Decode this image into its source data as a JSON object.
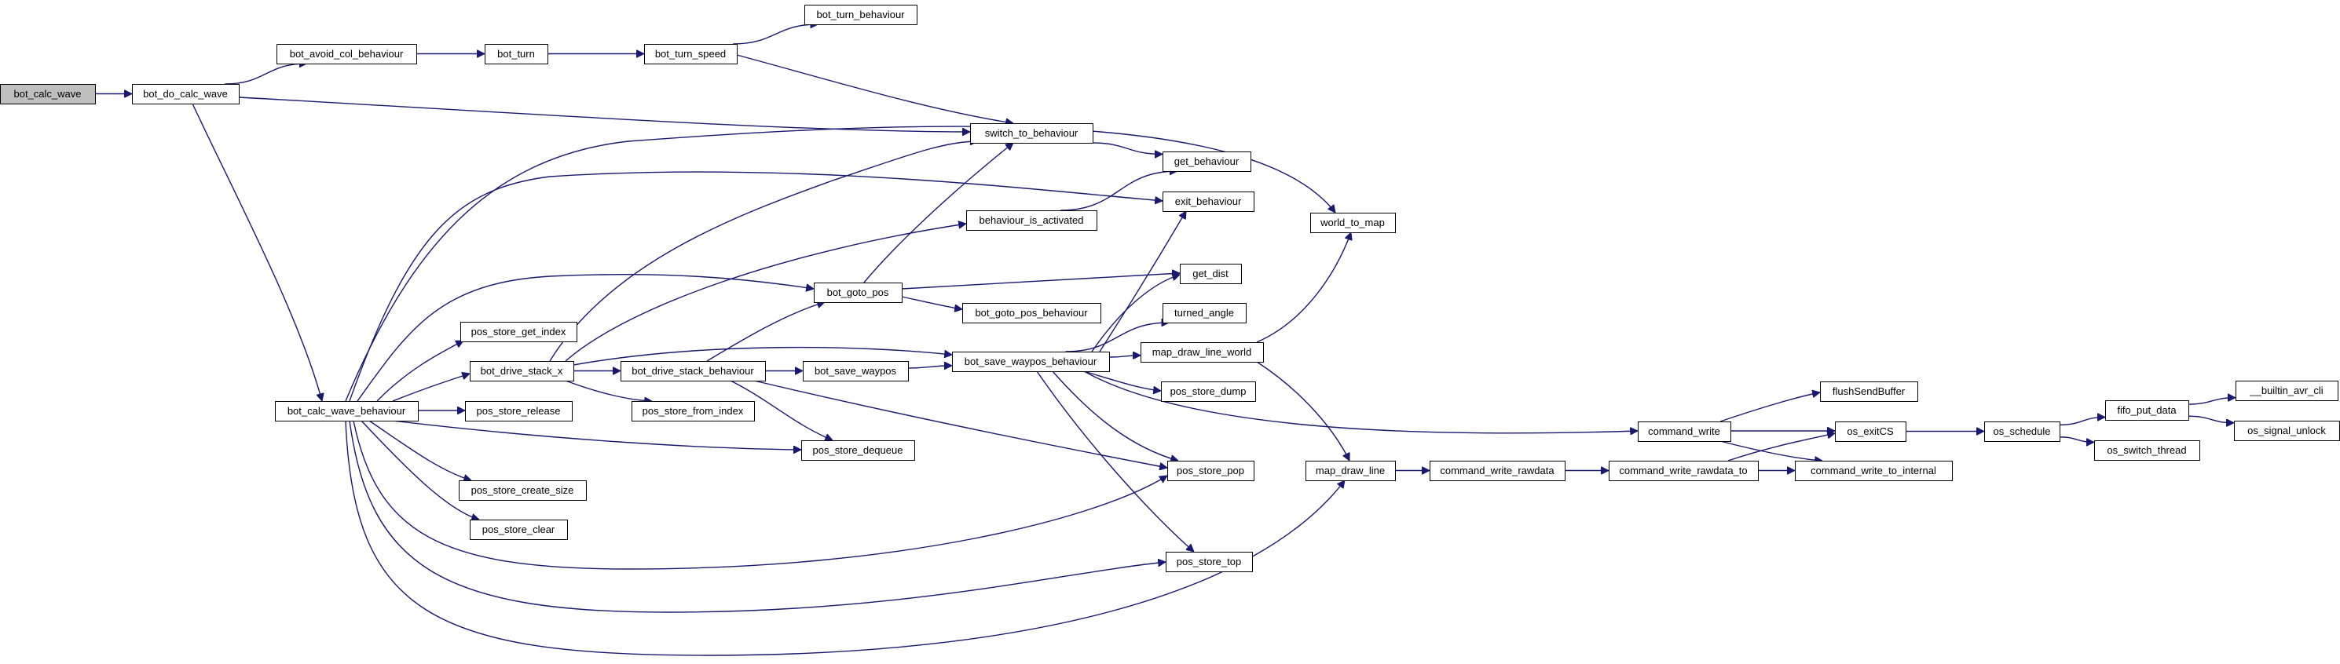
{
  "diagram": {
    "colors": {
      "edge": "#191970",
      "root_fill": "#bfbfbf",
      "node_fill": "#ffffff",
      "border": "#000000"
    },
    "nodes": [
      {
        "id": "bot_calc_wave",
        "label": "bot_calc_wave",
        "root": true
      },
      {
        "id": "bot_do_calc_wave",
        "label": "bot_do_calc_wave"
      },
      {
        "id": "bot_avoid_col_behaviour",
        "label": "bot_avoid_col_behaviour"
      },
      {
        "id": "bot_turn",
        "label": "bot_turn"
      },
      {
        "id": "bot_turn_speed",
        "label": "bot_turn_speed"
      },
      {
        "id": "bot_turn_behaviour",
        "label": "bot_turn_behaviour"
      },
      {
        "id": "switch_to_behaviour",
        "label": "switch_to_behaviour"
      },
      {
        "id": "get_behaviour",
        "label": "get_behaviour"
      },
      {
        "id": "exit_behaviour",
        "label": "exit_behaviour"
      },
      {
        "id": "behaviour_is_activated",
        "label": "behaviour_is_activated"
      },
      {
        "id": "world_to_map",
        "label": "world_to_map"
      },
      {
        "id": "get_dist",
        "label": "get_dist"
      },
      {
        "id": "bot_goto_pos",
        "label": "bot_goto_pos"
      },
      {
        "id": "bot_goto_pos_behaviour",
        "label": "bot_goto_pos_behaviour"
      },
      {
        "id": "turned_angle",
        "label": "turned_angle"
      },
      {
        "id": "pos_store_get_index",
        "label": "pos_store_get_index"
      },
      {
        "id": "bot_drive_stack_x",
        "label": "bot_drive_stack_x"
      },
      {
        "id": "bot_drive_stack_behaviour",
        "label": "bot_drive_stack_behaviour"
      },
      {
        "id": "bot_save_waypos",
        "label": "bot_save_waypos"
      },
      {
        "id": "bot_save_waypos_behaviour",
        "label": "bot_save_waypos_behaviour"
      },
      {
        "id": "map_draw_line_world",
        "label": "map_draw_line_world"
      },
      {
        "id": "bot_calc_wave_behaviour",
        "label": "bot_calc_wave_behaviour"
      },
      {
        "id": "pos_store_release",
        "label": "pos_store_release"
      },
      {
        "id": "pos_store_from_index",
        "label": "pos_store_from_index"
      },
      {
        "id": "pos_store_dump",
        "label": "pos_store_dump"
      },
      {
        "id": "flushSendBuffer",
        "label": "flushSendBuffer"
      },
      {
        "id": "command_write",
        "label": "command_write"
      },
      {
        "id": "os_exitCS",
        "label": "os_exitCS"
      },
      {
        "id": "os_schedule",
        "label": "os_schedule"
      },
      {
        "id": "fifo_put_data",
        "label": "fifo_put_data"
      },
      {
        "id": "__builtin_avr_cli",
        "label": "__builtin_avr_cli"
      },
      {
        "id": "os_signal_unlock",
        "label": "os_signal_unlock"
      },
      {
        "id": "os_switch_thread",
        "label": "os_switch_thread"
      },
      {
        "id": "pos_store_dequeue",
        "label": "pos_store_dequeue"
      },
      {
        "id": "pos_store_pop",
        "label": "pos_store_pop"
      },
      {
        "id": "map_draw_line",
        "label": "map_draw_line"
      },
      {
        "id": "command_write_rawdata",
        "label": "command_write_rawdata"
      },
      {
        "id": "command_write_rawdata_to",
        "label": "command_write_rawdata_to"
      },
      {
        "id": "command_write_to_internal",
        "label": "command_write_to_internal"
      },
      {
        "id": "pos_store_create_size",
        "label": "pos_store_create_size"
      },
      {
        "id": "pos_store_clear",
        "label": "pos_store_clear"
      },
      {
        "id": "pos_store_top",
        "label": "pos_store_top"
      }
    ],
    "edges": [
      [
        "bot_calc_wave",
        "bot_do_calc_wave"
      ],
      [
        "bot_do_calc_wave",
        "bot_avoid_col_behaviour"
      ],
      [
        "bot_do_calc_wave",
        "switch_to_behaviour"
      ],
      [
        "bot_do_calc_wave",
        "bot_calc_wave_behaviour"
      ],
      [
        "bot_avoid_col_behaviour",
        "bot_turn"
      ],
      [
        "bot_turn",
        "bot_turn_speed"
      ],
      [
        "bot_turn_speed",
        "bot_turn_behaviour"
      ],
      [
        "bot_turn_speed",
        "switch_to_behaviour"
      ],
      [
        "switch_to_behaviour",
        "get_behaviour"
      ],
      [
        "behaviour_is_activated",
        "get_behaviour"
      ],
      [
        "bot_calc_wave_behaviour",
        "world_to_map"
      ],
      [
        "bot_calc_wave_behaviour",
        "exit_behaviour"
      ],
      [
        "bot_calc_wave_behaviour",
        "bot_goto_pos"
      ],
      [
        "bot_calc_wave_behaviour",
        "pos_store_get_index"
      ],
      [
        "bot_calc_wave_behaviour",
        "bot_drive_stack_x"
      ],
      [
        "bot_calc_wave_behaviour",
        "pos_store_release"
      ],
      [
        "bot_calc_wave_behaviour",
        "pos_store_dequeue"
      ],
      [
        "bot_calc_wave_behaviour",
        "pos_store_create_size"
      ],
      [
        "bot_calc_wave_behaviour",
        "pos_store_clear"
      ],
      [
        "bot_calc_wave_behaviour",
        "pos_store_pop"
      ],
      [
        "bot_calc_wave_behaviour",
        "pos_store_top"
      ],
      [
        "bot_calc_wave_behaviour",
        "map_draw_line"
      ],
      [
        "bot_drive_stack_x",
        "switch_to_behaviour"
      ],
      [
        "bot_drive_stack_x",
        "behaviour_is_activated"
      ],
      [
        "bot_drive_stack_x",
        "bot_save_waypos_behaviour"
      ],
      [
        "bot_drive_stack_x",
        "bot_drive_stack_behaviour"
      ],
      [
        "bot_drive_stack_x",
        "pos_store_from_index"
      ],
      [
        "bot_drive_stack_behaviour",
        "bot_goto_pos"
      ],
      [
        "bot_drive_stack_behaviour",
        "bot_save_waypos"
      ],
      [
        "bot_drive_stack_behaviour",
        "pos_store_dequeue"
      ],
      [
        "bot_drive_stack_behaviour",
        "pos_store_pop"
      ],
      [
        "bot_save_waypos",
        "bot_save_waypos_behaviour"
      ],
      [
        "bot_goto_pos",
        "switch_to_behaviour"
      ],
      [
        "bot_goto_pos",
        "get_dist"
      ],
      [
        "bot_goto_pos",
        "bot_goto_pos_behaviour"
      ],
      [
        "bot_save_waypos_behaviour",
        "exit_behaviour"
      ],
      [
        "bot_save_waypos_behaviour",
        "get_dist"
      ],
      [
        "bot_save_waypos_behaviour",
        "turned_angle"
      ],
      [
        "bot_save_waypos_behaviour",
        "map_draw_line_world"
      ],
      [
        "bot_save_waypos_behaviour",
        "pos_store_dump"
      ],
      [
        "bot_save_waypos_behaviour",
        "command_write"
      ],
      [
        "bot_save_waypos_behaviour",
        "pos_store_pop"
      ],
      [
        "bot_save_waypos_behaviour",
        "pos_store_top"
      ],
      [
        "map_draw_line_world",
        "world_to_map"
      ],
      [
        "map_draw_line_world",
        "map_draw_line"
      ],
      [
        "map_draw_line",
        "command_write_rawdata"
      ],
      [
        "command_write_rawdata",
        "command_write_rawdata_to"
      ],
      [
        "command_write_rawdata_to",
        "os_exitCS"
      ],
      [
        "command_write_rawdata_to",
        "command_write_to_internal"
      ],
      [
        "command_write",
        "flushSendBuffer"
      ],
      [
        "command_write",
        "os_exitCS"
      ],
      [
        "command_write",
        "command_write_to_internal"
      ],
      [
        "os_exitCS",
        "os_schedule"
      ],
      [
        "os_schedule",
        "fifo_put_data"
      ],
      [
        "os_schedule",
        "os_switch_thread"
      ],
      [
        "fifo_put_data",
        "__builtin_avr_cli"
      ],
      [
        "fifo_put_data",
        "os_signal_unlock"
      ]
    ]
  }
}
